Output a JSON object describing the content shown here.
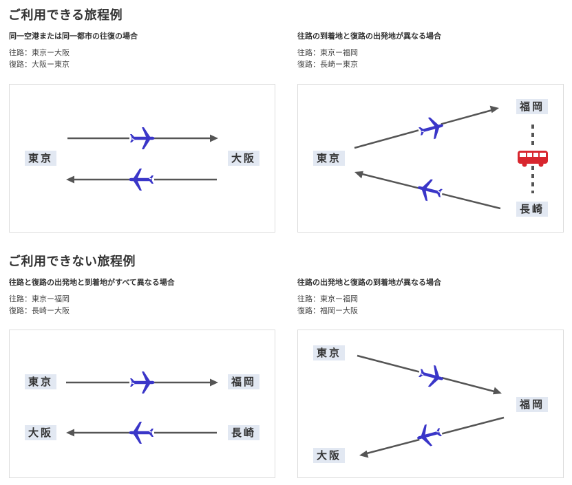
{
  "sections": [
    {
      "title": "ご利用できる旅程例",
      "cases": [
        {
          "title": "同一空港または同一都市の往復の場合",
          "outbound": "往路：東京ー大阪",
          "inbound": "復路：大阪ー東京",
          "cities": [
            "東京",
            "大阪"
          ]
        },
        {
          "title": "往路の到着地と復路の出発地が異なる場合",
          "outbound": "往路：東京ー福岡",
          "inbound": "復路：長崎ー東京",
          "cities": [
            "東京",
            "福岡",
            "長崎"
          ],
          "ground_transport": "bus-icon"
        }
      ]
    },
    {
      "title": "ご利用できない旅程例",
      "cases": [
        {
          "title": "往路と復路の出発地と到着地がすべて異なる場合",
          "outbound": "往路：東京ー福岡",
          "inbound": "復路：長崎ー大阪",
          "cities": [
            "東京",
            "福岡",
            "大阪",
            "長崎"
          ]
        },
        {
          "title": "往路の出発地と復路の到着地が異なる場合",
          "outbound": "往路：東京ー福岡",
          "inbound": "復路：福岡ー大阪",
          "cities": [
            "東京",
            "福岡",
            "大阪"
          ]
        }
      ]
    }
  ],
  "colors": {
    "plane": "#3a36c8",
    "arrow": "#555555",
    "bus": "#d8262e",
    "city_bg": "#e2e8f2",
    "border": "#dcdcdc"
  },
  "icons": {
    "plane": "airplane-icon",
    "bus": "bus-icon",
    "arrow": "arrow-icon"
  }
}
